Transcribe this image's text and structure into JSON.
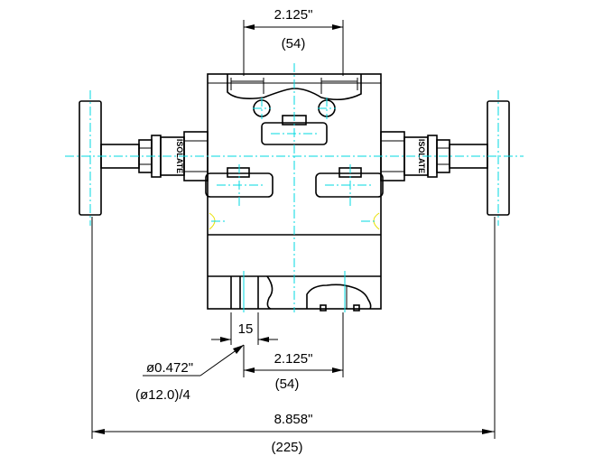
{
  "dimensions": {
    "top_inch": "2.125\"",
    "top_mm": "(54)",
    "bottom_inch": "2.125\"",
    "bottom_mm": "(54)",
    "small_gap": "15",
    "hole_dia_inch": "ø0.472\"",
    "hole_dia_mm": "(ø12.0)/4",
    "overall_inch": "8.858\"",
    "overall_mm": "(225)"
  },
  "valve_labels": {
    "left": "ISOLATE",
    "right": "ISOLATE"
  },
  "colors": {
    "outline": "#000000",
    "centerline": "#00d8e0",
    "hidden_yellow": "#e8e000"
  }
}
